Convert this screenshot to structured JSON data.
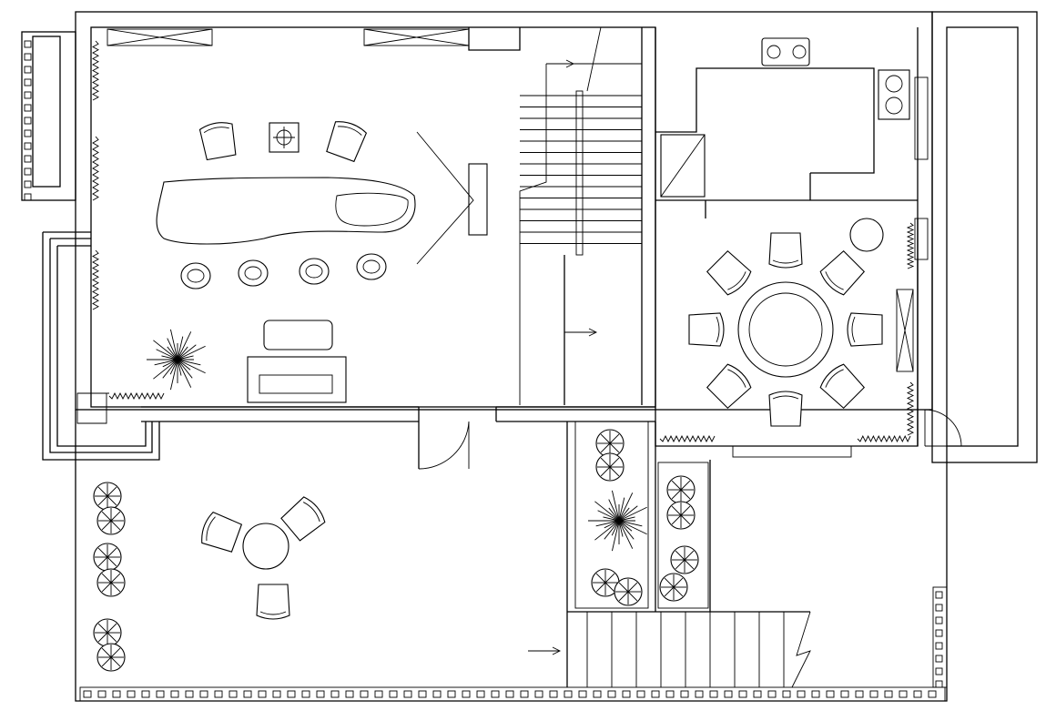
{
  "drawing": {
    "type": "floor-plan",
    "line_color": "#000000",
    "background_color": "#ffffff",
    "rooms": [
      "living-room",
      "staircase",
      "kitchen",
      "dining-room",
      "garden-terrace",
      "planter-corridor",
      "exterior-stairs",
      "side-annex"
    ],
    "dining_chairs": 8,
    "living_stools": 4,
    "terrace_chairs": 3,
    "stair_treads_upper": 14,
    "stair_treads_lower": 9
  }
}
